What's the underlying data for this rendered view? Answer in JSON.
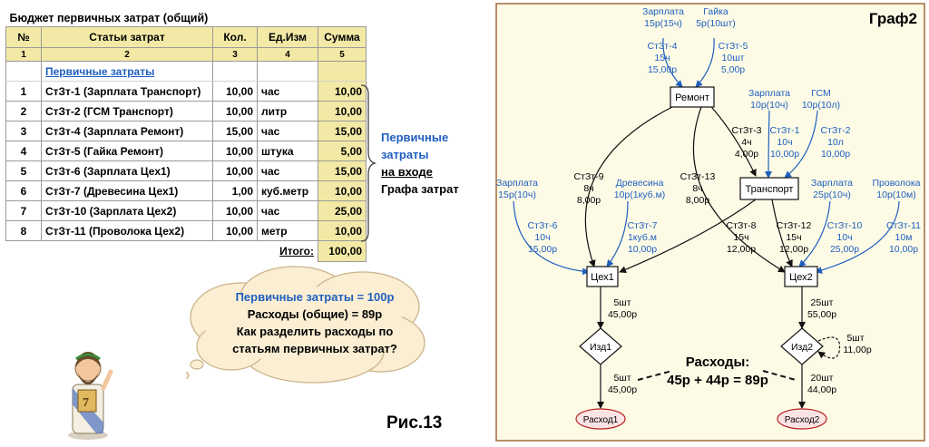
{
  "budget": {
    "title": "Бюджет первичных затрат (общий)",
    "headers": [
      "№",
      "Статьи затрат",
      "Кол.",
      "Ед.Изм",
      "Сумма"
    ],
    "col_numbers": [
      "1",
      "2",
      "3",
      "4",
      "5"
    ],
    "section_label": "Первичные затраты",
    "rows": [
      {
        "n": "1",
        "name": "СтЗт-1 (Зарплата Транспорт)",
        "qty": "10,00",
        "unit": "час",
        "sum": "10,00"
      },
      {
        "n": "2",
        "name": "СтЗт-2 (ГСМ Транспорт)",
        "qty": "10,00",
        "unit": "литр",
        "sum": "10,00"
      },
      {
        "n": "3",
        "name": "СтЗт-4 (Зарплата Ремонт)",
        "qty": "15,00",
        "unit": "час",
        "sum": "15,00"
      },
      {
        "n": "4",
        "name": "СтЗт-5 (Гайка Ремонт)",
        "qty": "10,00",
        "unit": "штука",
        "sum": "5,00"
      },
      {
        "n": "5",
        "name": "СтЗт-6 (Зарплата Цех1)",
        "qty": "10,00",
        "unit": "час",
        "sum": "15,00"
      },
      {
        "n": "6",
        "name": "СтЗт-7 (Древесина Цех1)",
        "qty": "1,00",
        "unit": "куб.метр",
        "sum": "10,00"
      },
      {
        "n": "7",
        "name": "СтЗт-10 (Зарплата Цех2)",
        "qty": "10,00",
        "unit": "час",
        "sum": "25,00"
      },
      {
        "n": "8",
        "name": "СтЗт-11 (Проволока Цех2)",
        "qty": "10,00",
        "unit": "метр",
        "sum": "10,00"
      }
    ],
    "total_label": "Итого:",
    "total_value": "100,00"
  },
  "note": {
    "line1": "Первичные",
    "line2": "затраты",
    "line3": "на входе",
    "line4": "Графа затрат"
  },
  "thought": {
    "line1": "Первичные затраты = 100р",
    "line2": "Расходы (общие) = 89р",
    "line3": "Как разделить расходы по",
    "line4": "статьям первичных затрат?"
  },
  "figure_label": "Рис.13",
  "graph": {
    "title": "Граф2",
    "nodes": {
      "remont": "Ремонт",
      "transport": "Транспорт",
      "ceh1": "Цех1",
      "ceh2": "Цех2",
      "izd1": "Изд1",
      "izd2": "Изд2",
      "rashod1": "Расход1",
      "rashod2": "Расход2"
    },
    "sources": {
      "zarplata_remont": [
        "Зарплата",
        "15р(15ч)"
      ],
      "gaika": [
        "Гайка",
        "5р(10шт)"
      ],
      "zarplata_transport": [
        "Зарплата",
        "10р(10ч)"
      ],
      "gsm": [
        "ГСМ",
        "10р(10л)"
      ],
      "zarplata_ceh1": [
        "Зарплата",
        "15р(10ч)"
      ],
      "drevesina": [
        "Древесина",
        "10р(1куб.м)"
      ],
      "zarplata_ceh2": [
        "Зарплата",
        "25р(10ч)"
      ],
      "provoloka": [
        "Проволока",
        "10р(10м)"
      ]
    },
    "edge_labels": {
      "st4": [
        "СтЗт-4",
        "15ч",
        "15,00р"
      ],
      "st5": [
        "СтЗт-5",
        "10шт",
        "5,00р"
      ],
      "st1": [
        "СтЗт-1",
        "10ч",
        "10,00р"
      ],
      "st2": [
        "СтЗт-2",
        "10л",
        "10,00р"
      ],
      "st3": [
        "СтЗт-3",
        "4ч",
        "4,00р"
      ],
      "st9": [
        "СтЗт-9",
        "8ч",
        "8,00р"
      ],
      "st13": [
        "СтЗт-13",
        "8ч",
        "8,00р"
      ],
      "st6": [
        "СтЗт-6",
        "10ч",
        "15,00р"
      ],
      "st7": [
        "СтЗт-7",
        "1куб.м",
        "10,00р"
      ],
      "st8": [
        "СтЗт-8",
        "15ч",
        "12,00р"
      ],
      "st12": [
        "СтЗт-12",
        "15ч",
        "12,00р"
      ],
      "st10": [
        "СтЗт-10",
        "10ч",
        "25,00р"
      ],
      "st11": [
        "СтЗт-11",
        "10м",
        "10,00р"
      ],
      "ceh1_izd1": [
        "5шт",
        "45,00р"
      ],
      "ceh2_izd2": [
        "25шт",
        "55,00р"
      ],
      "izd2_loop": [
        "5шт",
        "11,00р"
      ],
      "izd1_out": [
        "5шт",
        "45,00р"
      ],
      "izd2_out": [
        "20шт",
        "44,00р"
      ]
    },
    "expenses_title": "Расходы:",
    "expenses_formula": "45р + 44р = 89р"
  },
  "colors": {
    "graph_bg": "#fdfbe6",
    "graph_border": "#a06a3a",
    "blue_text": "#1f5fbf",
    "header_fill": "#f3e9a6",
    "expense_node_fill": "#fde4e4",
    "expense_node_stroke": "#b52020"
  }
}
